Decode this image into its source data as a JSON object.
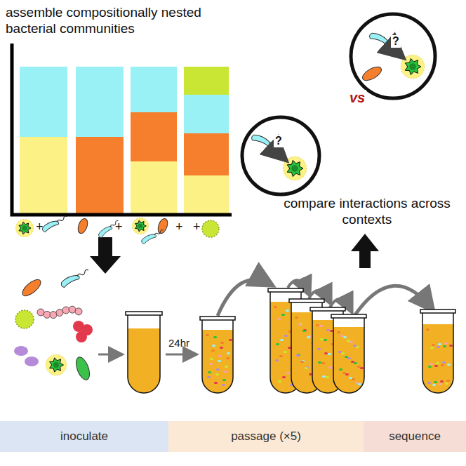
{
  "diagram": {
    "title": "assemble compositionally nested bacterial communities",
    "nodes": [
      {
        "text": [
          "inoculate"
        ]
      },
      {
        "text": [
          "passage (×5)"
        ]
      },
      {
        "text": [
          "sequence"
        ]
      }
    ],
    "labels": [
      "+",
      "+",
      "+",
      "+",
      "24hr",
      "compare interactions across contexts",
      "vs",
      "?",
      "?"
    ]
  }
}
